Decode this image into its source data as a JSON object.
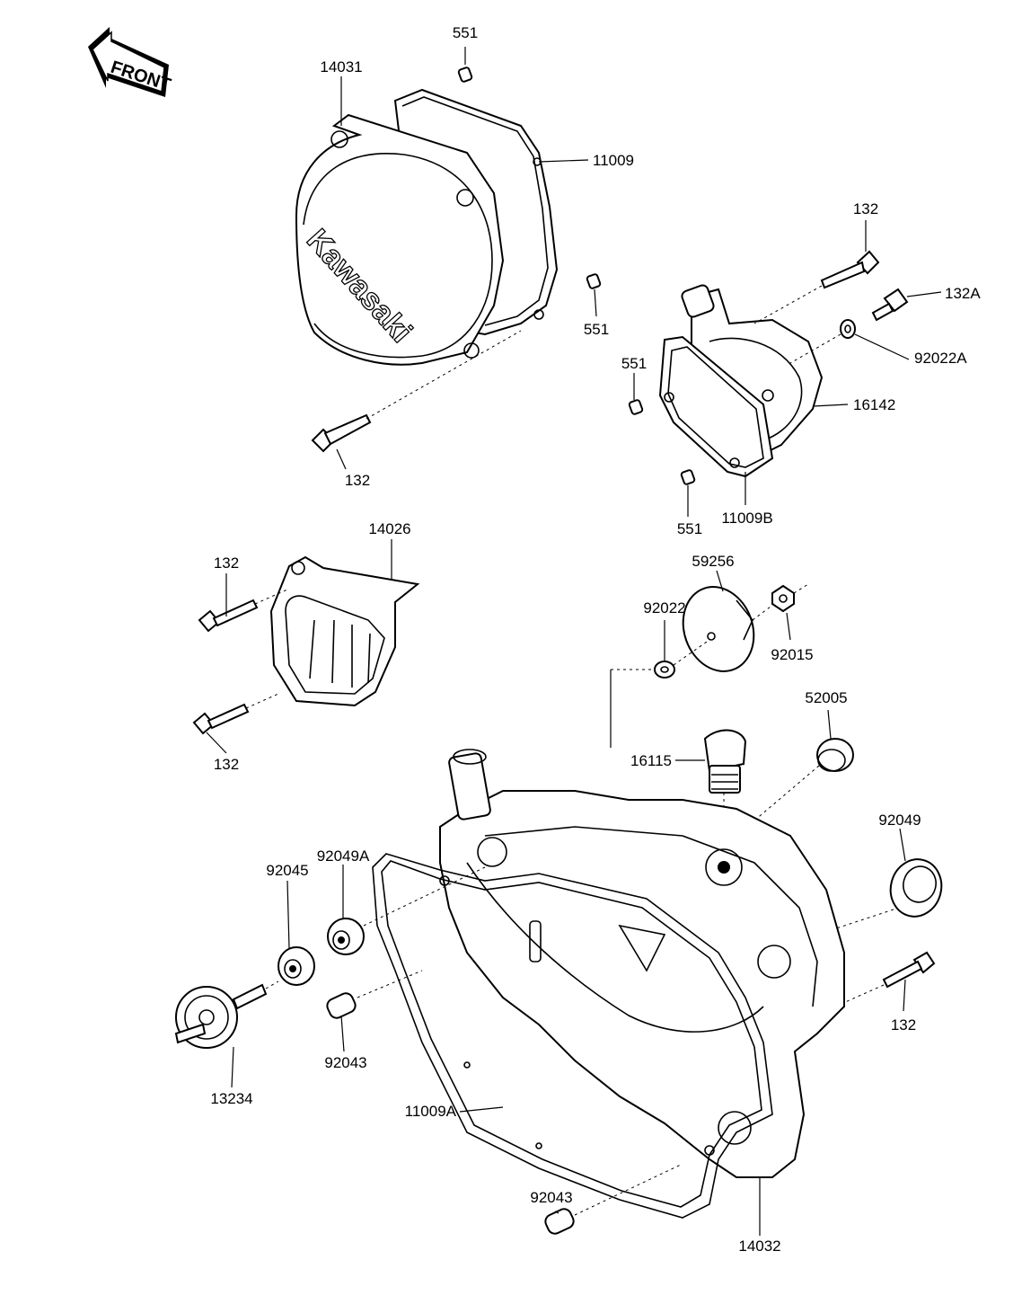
{
  "direction_badge": "FRONT",
  "cover_logo": "Kawasaki",
  "callouts": [
    {
      "id": "c01",
      "text": "551"
    },
    {
      "id": "c02",
      "text": "14031"
    },
    {
      "id": "c03",
      "text": "11009"
    },
    {
      "id": "c04",
      "text": "551"
    },
    {
      "id": "c05",
      "text": "132"
    },
    {
      "id": "c06",
      "text": "132"
    },
    {
      "id": "c07",
      "text": "132A"
    },
    {
      "id": "c08",
      "text": "92022A"
    },
    {
      "id": "c09",
      "text": "551"
    },
    {
      "id": "c10",
      "text": "16142"
    },
    {
      "id": "c11",
      "text": "551"
    },
    {
      "id": "c12",
      "text": "11009B"
    },
    {
      "id": "c13",
      "text": "14026"
    },
    {
      "id": "c14",
      "text": "132"
    },
    {
      "id": "c15",
      "text": "132"
    },
    {
      "id": "c16",
      "text": "59256"
    },
    {
      "id": "c17",
      "text": "92022"
    },
    {
      "id": "c18",
      "text": "92015"
    },
    {
      "id": "c19",
      "text": "52005"
    },
    {
      "id": "c20",
      "text": "16115"
    },
    {
      "id": "c21",
      "text": "92049"
    },
    {
      "id": "c22",
      "text": "92049A"
    },
    {
      "id": "c23",
      "text": "92045"
    },
    {
      "id": "c24",
      "text": "132"
    },
    {
      "id": "c25",
      "text": "92043"
    },
    {
      "id": "c26",
      "text": "13234"
    },
    {
      "id": "c27",
      "text": "11009A"
    },
    {
      "id": "c28",
      "text": "92043"
    },
    {
      "id": "c29",
      "text": "14032"
    }
  ]
}
